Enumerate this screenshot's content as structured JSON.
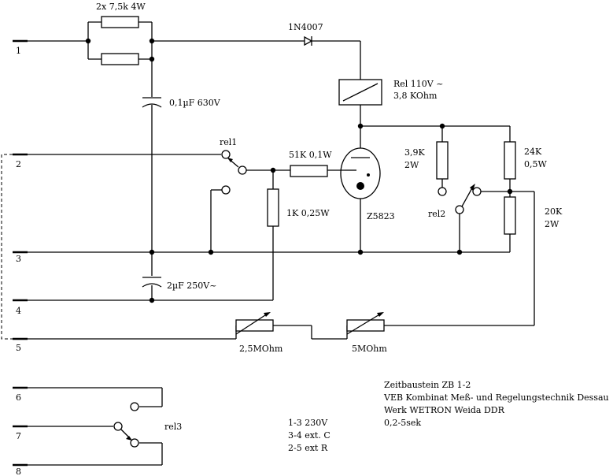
{
  "terminals": [
    "1",
    "2",
    "3",
    "4",
    "5",
    "6",
    "7",
    "8"
  ],
  "components": {
    "input_resistors": "2x 7,5k 4W",
    "diode": "1N4007",
    "relay_coil": [
      "Rel 110V ~",
      "3,8 KOhm"
    ],
    "capacitor_1": "0,1µF 630V",
    "capacitor_2": "2µF 250V~",
    "relay_contact_1": "rel1",
    "relay_contact_2": "rel2",
    "relay_contact_3": "rel3",
    "series_resistor": "51K 0,1W",
    "resistor_1k": "1K 0,25W",
    "thyratron": "Z5823",
    "resistor_3k9": [
      "3,9K",
      "2W"
    ],
    "resistor_24k": [
      "24K",
      "0,5W"
    ],
    "resistor_20k": [
      "20K",
      "2W"
    ],
    "pot_1": "2,5MOhm",
    "pot_2": "5MOhm"
  },
  "info_block": [
    "Zeitbaustein ZB 1-2",
    "VEB Kombinat Meß- und Regelungstechnik Dessau",
    "Werk WETRON Weida DDR",
    "0,2-5sek"
  ],
  "connection_notes": [
    "1-3 230V",
    "3-4 ext. C",
    "2-5 ext R"
  ]
}
